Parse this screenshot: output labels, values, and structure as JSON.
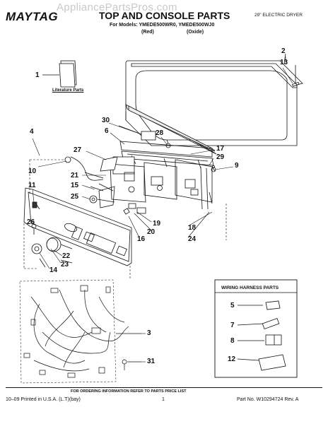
{
  "header": {
    "brand": "MAYTAG",
    "watermark": "AppliancePartsPros.com",
    "title": "TOP AND CONSOLE PARTS",
    "subtitle": "29\" ELECTRIC DRYER",
    "models_line": "For Models: YMEDE500WR0, YMEDE500WJ0",
    "variant_1": "(Red)",
    "variant_2": "(Oxide)"
  },
  "labels": {
    "literature": "Literature Parts",
    "harness_box_title": "WIRING HARNESS PARTS"
  },
  "callouts": [
    "1",
    "2",
    "13",
    "30",
    "28",
    "6",
    "4",
    "17",
    "29",
    "9",
    "27",
    "10",
    "21",
    "15",
    "11",
    "25",
    "19",
    "20",
    "18",
    "16",
    "26",
    "24",
    "22",
    "23",
    "14",
    "3",
    "31",
    "5",
    "7",
    "8",
    "12"
  ],
  "footer": {
    "order_note": "FOR ORDERING INFORMATION REFER TO PARTS PRICE LIST",
    "printed": "10–09 Printed in U.S.A. (L.T)(bay)",
    "page": "1",
    "part_number": "Part No. W10294724 Rev. A"
  }
}
